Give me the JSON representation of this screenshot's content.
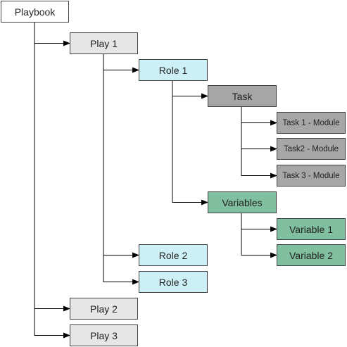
{
  "nodes": [
    {
      "id": "playbook",
      "label": "Playbook",
      "fill": "#ffffff"
    },
    {
      "id": "play1",
      "label": "Play 1",
      "fill": "#e6e6e6"
    },
    {
      "id": "role1",
      "label": "Role 1",
      "fill": "#cdf0f7"
    },
    {
      "id": "task",
      "label": "Task",
      "fill": "#a6a6a6"
    },
    {
      "id": "task1-module",
      "label": "Task 1 - Module",
      "fill": "#a6a6a6"
    },
    {
      "id": "task2-module",
      "label": "Task2 - Module",
      "fill": "#a6a6a6"
    },
    {
      "id": "task3-module",
      "label": "Task 3 - Module",
      "fill": "#a6a6a6"
    },
    {
      "id": "variables",
      "label": "Variables",
      "fill": "#80bf9f"
    },
    {
      "id": "variable1",
      "label": "Variable 1",
      "fill": "#80bf9f"
    },
    {
      "id": "variable2",
      "label": "Variable 2",
      "fill": "#80bf9f"
    },
    {
      "id": "role2",
      "label": "Role 2",
      "fill": "#cdf0f7"
    },
    {
      "id": "role3",
      "label": "Role 3",
      "fill": "#cdf0f7"
    },
    {
      "id": "play2",
      "label": "Play 2",
      "fill": "#e6e6e6"
    },
    {
      "id": "play3",
      "label": "Play 3",
      "fill": "#e6e6e6"
    }
  ],
  "edges": [
    {
      "from": "playbook",
      "to": "play1"
    },
    {
      "from": "playbook",
      "to": "play2"
    },
    {
      "from": "playbook",
      "to": "play3"
    },
    {
      "from": "play1",
      "to": "role1"
    },
    {
      "from": "play1",
      "to": "role2"
    },
    {
      "from": "play1",
      "to": "role3"
    },
    {
      "from": "role1",
      "to": "task"
    },
    {
      "from": "role1",
      "to": "variables"
    },
    {
      "from": "task",
      "to": "task1-module"
    },
    {
      "from": "task",
      "to": "task2-module"
    },
    {
      "from": "task",
      "to": "task3-module"
    },
    {
      "from": "variables",
      "to": "variable1"
    },
    {
      "from": "variables",
      "to": "variable2"
    }
  ],
  "colors": {
    "line": "#000000",
    "border": "#404040"
  }
}
